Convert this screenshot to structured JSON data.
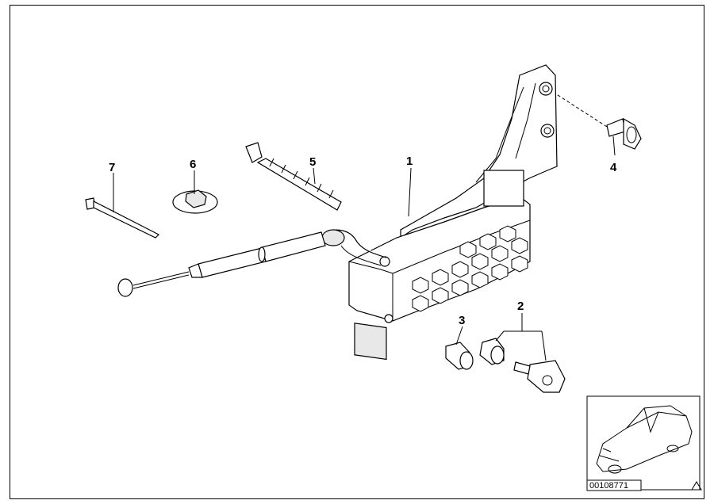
{
  "diagram": {
    "callouts": [
      {
        "id": "1",
        "label": "1"
      },
      {
        "id": "2",
        "label": "2"
      },
      {
        "id": "3",
        "label": "3"
      },
      {
        "id": "4",
        "label": "4"
      },
      {
        "id": "5",
        "label": "5"
      },
      {
        "id": "6",
        "label": "6"
      },
      {
        "id": "7",
        "label": "7"
      }
    ],
    "reference_number": "00108771",
    "icon_names": {
      "thumbnail": "car-thumbnail-icon",
      "corner_mark": "triangle-icon"
    }
  }
}
